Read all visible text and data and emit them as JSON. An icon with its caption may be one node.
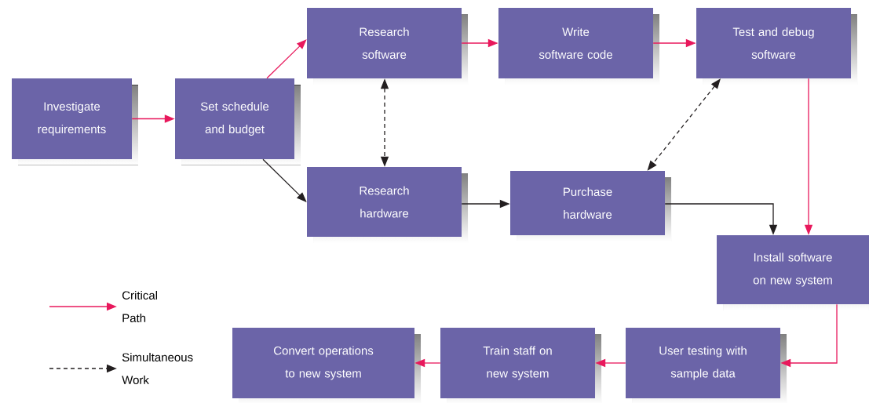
{
  "diagram": {
    "nodes": [
      {
        "text": [
          "Investigate requirements"
        ]
      },
      {
        "text": [
          "Set schedule and budget"
        ]
      },
      {
        "text": [
          "Research software"
        ]
      },
      {
        "text": [
          "Write software code"
        ]
      },
      {
        "text": [
          "Test and debug software"
        ]
      },
      {
        "text": [
          "Research hardware"
        ]
      },
      {
        "text": [
          "Purchase hardware"
        ]
      },
      {
        "text": [
          "Install software on new system"
        ]
      },
      {
        "text": [
          "User testing with sample data"
        ]
      },
      {
        "text": [
          "Train staff on new system"
        ]
      },
      {
        "text": [
          "Convert operations to new system"
        ]
      }
    ],
    "edges": [
      {
        "from": 0,
        "to": 1,
        "arrow": "to"
      },
      {
        "from": 1,
        "to": 2,
        "arrow": "to"
      },
      {
        "from": 2,
        "to": 3,
        "arrow": "to"
      },
      {
        "from": 3,
        "to": 4,
        "arrow": "to"
      },
      {
        "from": 4,
        "to": 7,
        "arrow": "to"
      },
      {
        "from": 7,
        "to": 8,
        "arrow": "to"
      },
      {
        "from": 8,
        "to": 9,
        "arrow": "to"
      },
      {
        "from": 9,
        "to": 10,
        "arrow": "to"
      },
      {
        "from": 1,
        "to": 5,
        "arrow": "to",
        "color": "#231f20"
      },
      {
        "from": 5,
        "to": 6,
        "arrow": "to",
        "color": "#231f20"
      },
      {
        "from": 6,
        "to": 7,
        "arrow": "to",
        "color": "#231f20"
      },
      {
        "from": 2,
        "to": 5,
        "arrow": "both",
        "style": "dashed",
        "color": "#231f20"
      },
      {
        "from": 4,
        "to": 6,
        "arrow": "both",
        "style": "dashed",
        "color": "#231f20"
      }
    ],
    "legend": [
      {
        "text": "Critical Path"
      },
      {
        "text": "Simultaneous Work"
      }
    ]
  }
}
